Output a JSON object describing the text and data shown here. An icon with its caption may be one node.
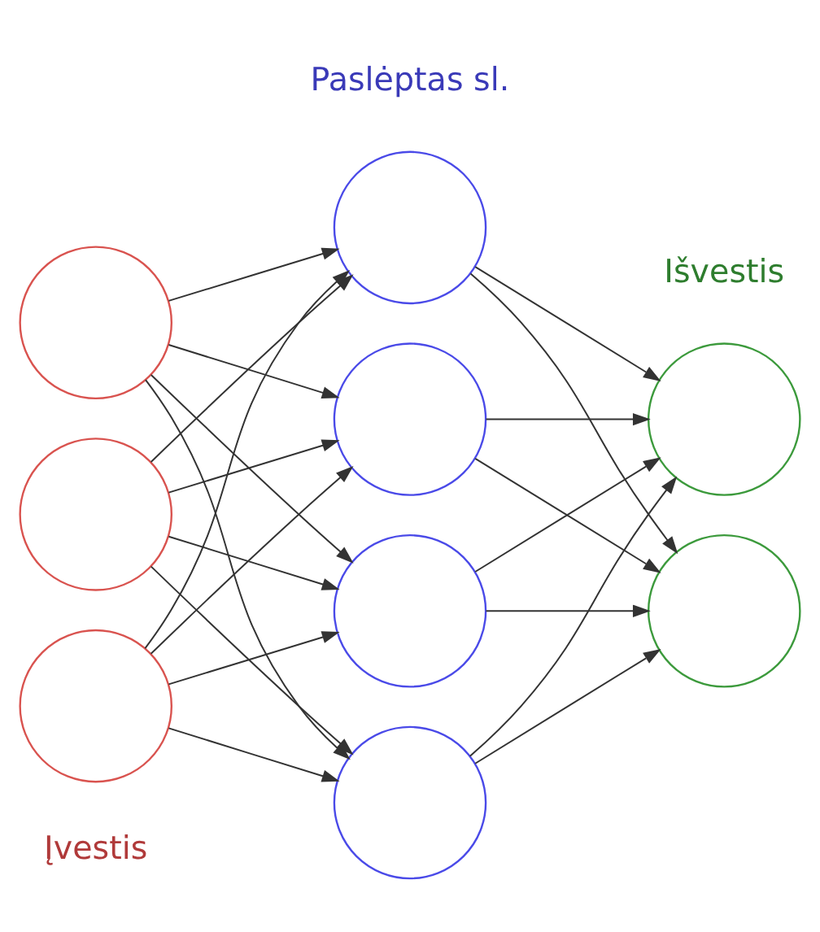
{
  "diagram": {
    "nodes": [
      {
        "text": [],
        "shape": "circle"
      },
      {
        "text": [],
        "shape": "circle"
      },
      {
        "text": [],
        "shape": "circle"
      },
      {
        "text": [],
        "shape": "circle"
      },
      {
        "text": [],
        "shape": "circle"
      },
      {
        "text": [],
        "shape": "circle"
      },
      {
        "text": [],
        "shape": "circle"
      },
      {
        "text": [],
        "shape": "circle"
      },
      {
        "text": [],
        "shape": "circle"
      }
    ],
    "edges": [
      {
        "from": 0,
        "to": 3,
        "arrow": "to"
      },
      {
        "from": 0,
        "to": 4,
        "arrow": "to"
      },
      {
        "from": 0,
        "to": 5,
        "arrow": "to"
      },
      {
        "from": 0,
        "to": 6,
        "arrow": "to"
      },
      {
        "from": 1,
        "to": 3,
        "arrow": "to"
      },
      {
        "from": 1,
        "to": 4,
        "arrow": "to"
      },
      {
        "from": 1,
        "to": 5,
        "arrow": "to"
      },
      {
        "from": 1,
        "to": 6,
        "arrow": "to"
      },
      {
        "from": 2,
        "to": 3,
        "arrow": "to"
      },
      {
        "from": 2,
        "to": 4,
        "arrow": "to"
      },
      {
        "from": 2,
        "to": 5,
        "arrow": "to"
      },
      {
        "from": 2,
        "to": 6,
        "arrow": "to"
      },
      {
        "from": 3,
        "to": 7,
        "arrow": "to"
      },
      {
        "from": 3,
        "to": 8,
        "arrow": "to"
      },
      {
        "from": 4,
        "to": 7,
        "arrow": "to"
      },
      {
        "from": 4,
        "to": 8,
        "arrow": "to"
      },
      {
        "from": 5,
        "to": 7,
        "arrow": "to"
      },
      {
        "from": 5,
        "to": 8,
        "arrow": "to"
      },
      {
        "from": 6,
        "to": 7,
        "arrow": "to"
      },
      {
        "from": 6,
        "to": 8,
        "arrow": "to"
      }
    ],
    "labels": [
      "Įvestis",
      "Paslėptas sl.",
      "Išvestis"
    ]
  }
}
